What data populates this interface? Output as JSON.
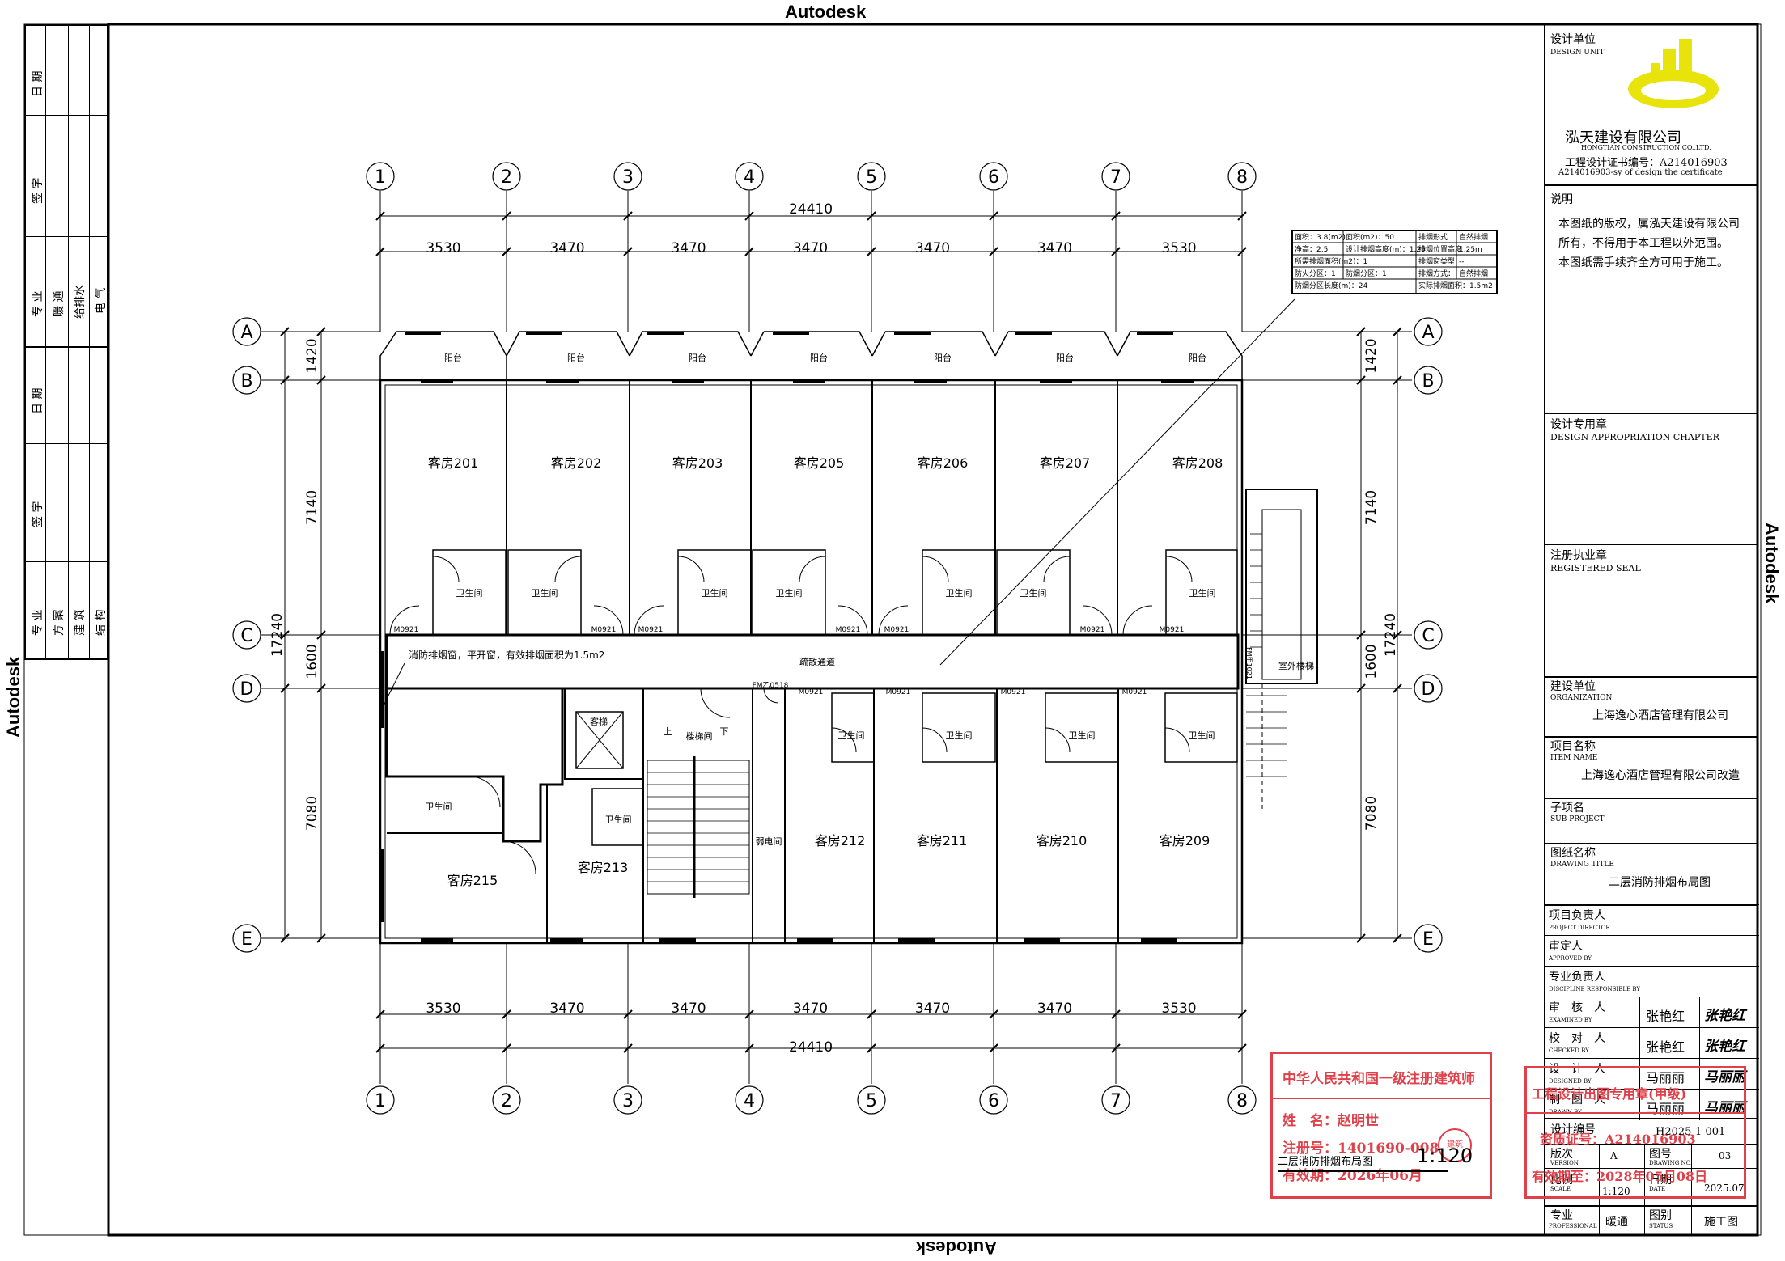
{
  "watermark": "Autodesk",
  "left_strip": {
    "group1": {
      "labels": [
        "日 期",
        "签 字",
        "专 业"
      ],
      "disciplines": [
        "暖 通",
        "给排水",
        "电 气"
      ]
    },
    "group2": {
      "labels": [
        "日 期",
        "签 字",
        "专 业"
      ],
      "disciplines": [
        "方 案",
        "建 筑",
        "结 构"
      ]
    }
  },
  "grid": {
    "columns": [
      "1",
      "2",
      "3",
      "4",
      "5",
      "6",
      "7",
      "8"
    ],
    "rows": [
      "A",
      "B",
      "C",
      "D",
      "E"
    ],
    "top_spans": [
      "3530",
      "3470",
      "3470",
      "3470",
      "3470",
      "3470",
      "3530"
    ],
    "bottom_spans": [
      "3530",
      "3470",
      "3470",
      "3470",
      "3470",
      "3470",
      "3530"
    ],
    "overall_width": "24410",
    "row_spans": [
      "1420",
      "7140",
      "1600",
      "7080"
    ],
    "overall_depth": "17240"
  },
  "rooms": {
    "balcony": "阳台",
    "north": [
      "客房201",
      "客房202",
      "客房203",
      "客房205",
      "客房206",
      "客房207",
      "客房208"
    ],
    "south": [
      "客房212",
      "客房211",
      "客房210",
      "客房209"
    ],
    "room215": "客房215",
    "room213": "客房213",
    "bathroom": "卫生间",
    "corridor": "疏散通道",
    "elevator": "客梯",
    "stair": "楼梯间",
    "stair_up": "上",
    "stair_down": "下",
    "weak_room": "弱电间",
    "outdoor_stair": "室外楼梯",
    "door_m": "M0921",
    "door_fm": "FM乙0518",
    "door_fm_stair": "FM甲1021",
    "smoke_note": "消防排烟窗，平开窗，有效排烟面积为1.5m2"
  },
  "smoke_table": {
    "rows": [
      [
        "面积：3.8(m2)",
        "面积(m2)：50",
        "排烟形式",
        "自然排烟"
      ],
      [
        "净高：2.5",
        "设计排烟高度(m)：1.25",
        "排烟位置高度",
        "1.25m"
      ],
      [
        "所需排烟面积(m2)：1",
        "",
        "排烟窗类型",
        "--"
      ],
      [
        "防火分区：1",
        "防烟分区：1",
        "排烟方式：",
        "自然排烟"
      ],
      [
        "防烟分区长度(m)：24",
        "",
        "实际排烟面积：1.5m2",
        ""
      ]
    ]
  },
  "stamp1": {
    "title": "中华人民共和国一级注册建筑师",
    "name": "姓　名：赵明世",
    "reg": "注册号：1401690-008",
    "valid": "有效期：2026年06月",
    "seal": "建筑",
    "drawing_name": "二层消防排烟布局图",
    "scale": "1:120"
  },
  "title_block": {
    "design_unit_label": "设计单位",
    "design_unit_en": "DESIGN UNIT",
    "company": "泓天建设有限公司",
    "company_en": "HONGTIAN CONSTRUCTION CO.,LTD.",
    "cert": "工程设计证书编号：A214016903",
    "cert_en": "A214016903-sy  of design  the certificate",
    "notes_label": "说明",
    "notes": [
      "本图纸的版权，属泓天建设有限公司",
      "所有，不得用于本工程以外范围。",
      "本图纸需手续齐全方可用于施工。"
    ],
    "chapter_label": "设计专用章",
    "chapter_en": "DESIGN APPROPRIATION CHAPTER",
    "seal_label": "注册执业章",
    "seal_en": "REGISTERED SEAL",
    "org_label": "建设单位",
    "org_en": "ORGANIZATION",
    "org": "上海逸心酒店管理有限公司",
    "item_label": "项目名称",
    "item_en": "ITEM NAME",
    "item": "上海逸心酒店管理有限公司改造",
    "sub_label": "子项名",
    "sub_en": "SUB PROJECT",
    "title_label": "图纸名称",
    "title_en": "DRAWING TITLE",
    "title": "二层消防排烟布局图",
    "roles": [
      {
        "cn": "项目负责人",
        "en": "PROJECT DIRECTOR",
        "name": "",
        "sig": ""
      },
      {
        "cn": "审定人",
        "en": "APPROVED BY",
        "name": "",
        "sig": ""
      },
      {
        "cn": "专业负责人",
        "en": "DISCIPLINE RESPONSIBLE BY",
        "name": "",
        "sig": ""
      },
      {
        "cn": "审　核　人",
        "en": "EXAMINED BY",
        "name": "张艳红",
        "sig": "张艳红"
      },
      {
        "cn": "校　对　人",
        "en": "CHECKED BY",
        "name": "张艳红",
        "sig": "张艳红"
      },
      {
        "cn": "设　计　人",
        "en": "DESIGNED BY",
        "name": "马丽丽",
        "sig": "马丽丽"
      },
      {
        "cn": "制　图　人",
        "en": "DRAWN BY",
        "name": "马丽丽",
        "sig": "马丽丽"
      }
    ],
    "code_label": "设计编号",
    "code": "H2025-1-001",
    "version_label": "版次",
    "version_en": "VERSION",
    "version": "A",
    "sheet_label": "图号",
    "sheet_en": "DRAWING NO.",
    "sheet": "03",
    "scale_label": "比例",
    "scale_en": "SCALE",
    "scale": "1:120",
    "date_label": "日期",
    "date_en": "DATE",
    "date": "2025.07",
    "prof_label": "专业",
    "prof_en": "PROFESSIONAL",
    "prof": "暖通",
    "status_label": "图别",
    "status_en": "STATUS",
    "status": "施工图"
  },
  "stamp2": {
    "line1": "工程设计出图专用章(甲级)",
    "line2": "资质证号：A214016903",
    "line3": "有效期至：2028年05月08日"
  }
}
